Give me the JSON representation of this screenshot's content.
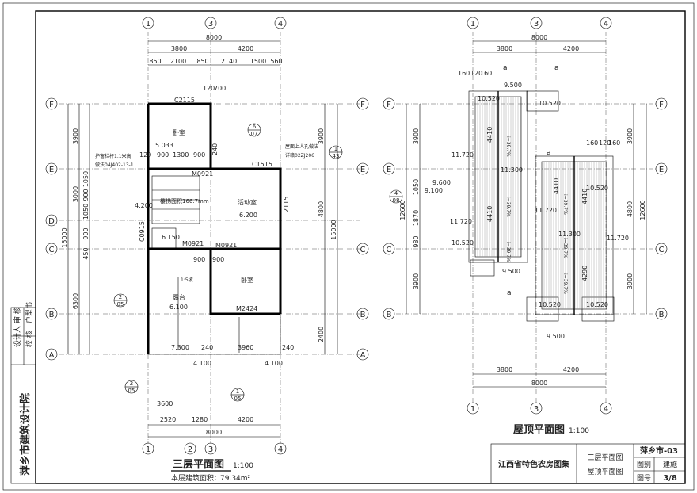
{
  "institute": "萍乡市建筑设计院",
  "sign_labels": [
    "设计人",
    "校   核",
    "审   核",
    "户型书"
  ],
  "plan_left": {
    "title": "三层平面图",
    "scale": "1:100",
    "area_label": "本层建筑面积：",
    "area_value": "79.34m²",
    "top_dims_1": [
      "3800",
      "4200"
    ],
    "top_total": "8000",
    "top_dims_2": [
      "850",
      "2100",
      "850",
      "2140",
      "1500",
      "560"
    ],
    "bottom_dims_1": [
      "2520",
      "1280",
      "4200"
    ],
    "bottom_total": "8000",
    "left_dims_1": [
      "3900",
      "3000",
      "1050",
      "900",
      "1050",
      "900",
      "450",
      "6300"
    ],
    "left_total": "15000",
    "right_dims": [
      "3900",
      "4800",
      "2400"
    ],
    "right_total": "15000",
    "rooms": [
      {
        "name": "卧室",
        "elev": "5.033"
      },
      {
        "name": "活动室",
        "elev": "6.200"
      },
      {
        "name": "卧室",
        "elev": ""
      },
      {
        "name": "露台",
        "elev": "6.100"
      }
    ],
    "labels": [
      "C2115",
      "C1515",
      "M0921",
      "M0921",
      "M2424",
      "C0915",
      "M0921",
      "6.150",
      "4.200",
      "7.300",
      "4.100",
      "4.100",
      "护窗栏杆1.1米高",
      "做法04J402-13-1",
      "屋面上人孔做法",
      "详赣02ZJ206",
      "楼梯面积166.7mm",
      "1:5坡",
      "2115",
      "3960",
      "240",
      "240",
      "120",
      "700",
      "120",
      "900",
      "1300",
      "900",
      "240",
      "900",
      "900",
      "3600"
    ],
    "callouts": [
      {
        "top": "6",
        "bot": "07"
      },
      {
        "top": "1",
        "bot": "43"
      },
      {
        "top": "2",
        "bot": "05"
      },
      {
        "top": "2",
        "bot": "05"
      },
      {
        "top": "1",
        "bot": "05"
      }
    ]
  },
  "plan_right": {
    "title": "屋顶平面图",
    "scale": "1:100",
    "top_dims_1": [
      "3800",
      "4200"
    ],
    "top_total": "8000",
    "bottom_dims_1": [
      "3800",
      "4200"
    ],
    "bottom_total": "8000",
    "left_dims": [
      "3900",
      "1050",
      "1870",
      "980",
      "3900"
    ],
    "left_total": "12600",
    "right_dims": [
      "3900",
      "4800",
      "3900"
    ],
    "right_total": "12600",
    "elevations": [
      "9.500",
      "10.520",
      "10.520",
      "11.720",
      "11.300",
      "11.720",
      "9.600",
      "9.100",
      "10.520",
      "11.720",
      "11.300",
      "11.720",
      "10.520",
      "9.500",
      "10.520",
      "10.520",
      "9.500"
    ],
    "slopes": [
      "i=39.7%",
      "i=39.7%",
      "i=39.7%",
      "i=39.7%",
      "i=39.7%",
      "i=39.7%"
    ],
    "mids": [
      "4410",
      "4410",
      "4410",
      "4410",
      "4290"
    ],
    "marks": [
      "a",
      "a",
      "a",
      "a",
      "160",
      "120",
      "160",
      "160",
      "120",
      "160"
    ],
    "callout": {
      "top": "4",
      "bot": "08"
    }
  },
  "axes": {
    "cols": [
      "1",
      "3",
      "4"
    ],
    "rows": [
      "F",
      "E",
      "D",
      "C",
      "B",
      "A"
    ],
    "bottom_cols_left": [
      "1",
      "2",
      "3",
      "4"
    ]
  },
  "titleblock": {
    "atlas": "江西省特色农房图集",
    "drawings": [
      "三层平面图",
      "屋顶平面图"
    ],
    "project": "萍乡市-03",
    "cat_label": "图别",
    "cat_value": "建施",
    "num_label": "图号",
    "num_value": "3/8"
  }
}
